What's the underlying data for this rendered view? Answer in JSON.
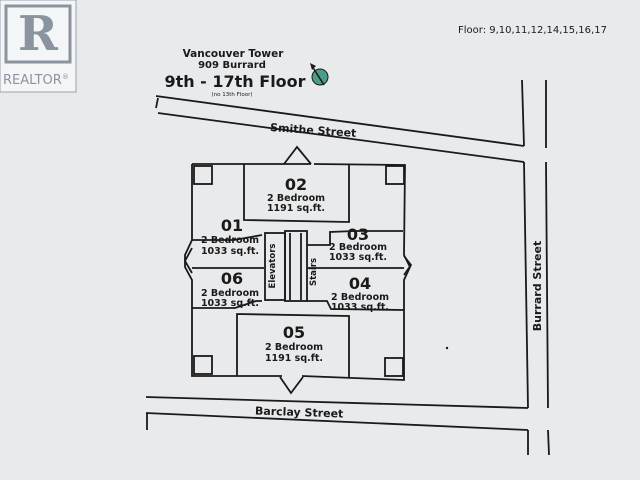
{
  "watermark": {
    "brand": "REALTOR",
    "mark": "®",
    "logo": "realtor-logo-icon"
  },
  "floors_line": "Floor: 9,10,11,12,14,15,16,17",
  "title": {
    "building": "Vancouver Tower",
    "address": "909 Burrard",
    "floors": "9th - 17th Floor",
    "note": "(no 13th Floor)"
  },
  "compass": {
    "icon": "compass-north-icon"
  },
  "streets": {
    "top": "Smithe Street",
    "right": "Burrard Street",
    "bottom": "Barclay Street"
  },
  "units": [
    {
      "id": "02",
      "bedrooms": "2 Bedroom",
      "area": "1191 sq.ft."
    },
    {
      "id": "01",
      "bedrooms": "2 Bedroom",
      "area": "1033 sq.ft."
    },
    {
      "id": "03",
      "bedrooms": "2 Bedroom",
      "area": "1033 sq.ft."
    },
    {
      "id": "06",
      "bedrooms": "2 Bedroom",
      "area": "1033 sq.ft."
    },
    {
      "id": "04",
      "bedrooms": "2 Bedroom",
      "area": "1033 sq.ft."
    },
    {
      "id": "05",
      "bedrooms": "2 Bedroom",
      "area": "1191 sq.ft."
    }
  ],
  "core": {
    "elevators": "Elevators",
    "stairs": "Stairs"
  },
  "colors": {
    "ink": "#1a1a1a",
    "paper": "#e9eaec",
    "compass": "#4d9b8a"
  }
}
